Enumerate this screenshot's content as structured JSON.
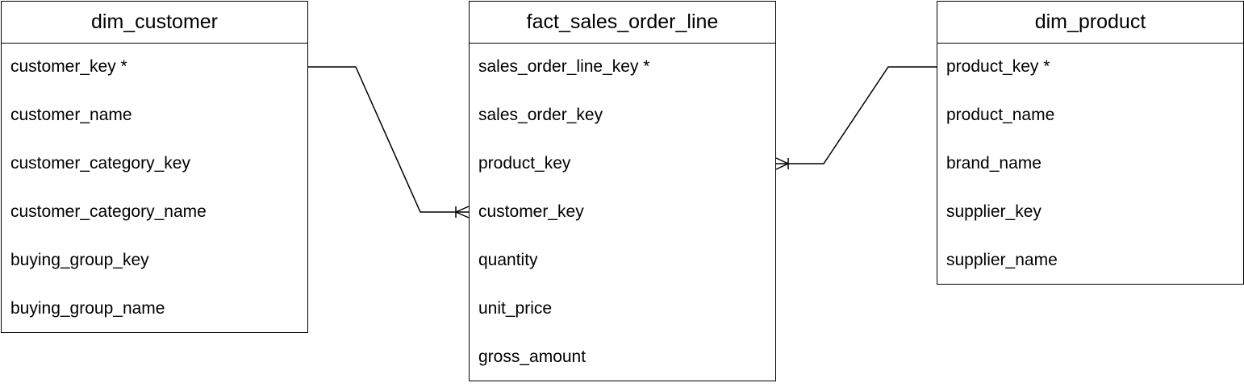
{
  "entities": {
    "dim_customer": {
      "title": "dim_customer",
      "attributes": [
        "customer_key *",
        "customer_name",
        "customer_category_key",
        "customer_category_name",
        "buying_group_key",
        "buying_group_name"
      ]
    },
    "fact_sales_order_line": {
      "title": "fact_sales_order_line",
      "attributes": [
        "sales_order_line_key *",
        "sales_order_key",
        "product_key",
        "customer_key",
        "quantity",
        "unit_price",
        "gross_amount"
      ]
    },
    "dim_product": {
      "title": "dim_product",
      "attributes": [
        "product_key *",
        "product_name",
        "brand_name",
        "supplier_key",
        "supplier_name"
      ]
    }
  },
  "relationships": [
    {
      "from": "dim_customer.customer_key *",
      "to": "fact_sales_order_line.customer_key",
      "cardinality": "one-to-many"
    },
    {
      "from": "dim_product.product_key *",
      "to": "fact_sales_order_line.product_key",
      "cardinality": "one-to-many"
    }
  ]
}
